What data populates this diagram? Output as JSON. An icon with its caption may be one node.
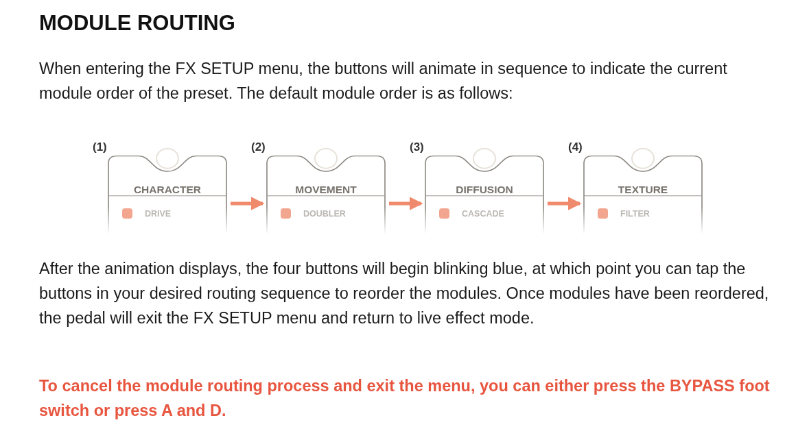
{
  "diagram": {
    "title": "MODULE ROUTING",
    "nodes": [
      {
        "text": [
          "CHARACTER",
          "DRIVE"
        ],
        "beside": [
          "(1)"
        ]
      },
      {
        "text": [
          "MOVEMENT",
          "DOUBLER"
        ],
        "beside": [
          "(2)"
        ]
      },
      {
        "text": [
          "DIFFUSION",
          "CASCADE"
        ],
        "beside": [
          "(3)"
        ]
      },
      {
        "text": [
          "TEXTURE",
          "FILTER"
        ],
        "beside": [
          "(4)"
        ]
      }
    ],
    "edges": [
      {
        "from": 0,
        "to": 1,
        "arrow": "to",
        "color": "#f08a6c"
      },
      {
        "from": 1,
        "to": 2,
        "arrow": "to",
        "color": "#f08a6c"
      },
      {
        "from": 2,
        "to": 3,
        "arrow": "to",
        "color": "#f08a6c"
      }
    ],
    "labels": [
      "When entering the FX SETUP menu, the buttons will animate in sequence to indicate the current module order of the preset. The default module order is as follows:",
      "After the animation displays, the four buttons will begin blinking blue, at which point you can tap the buttons in your desired routing sequence to reorder the modules. Once modules have been reordered, the pedal will exit the FX SETUP menu and return to live effect mode.",
      "To cancel the module routing process and exit the menu, you can either press the BYPASS foot switch or press A and D."
    ]
  }
}
